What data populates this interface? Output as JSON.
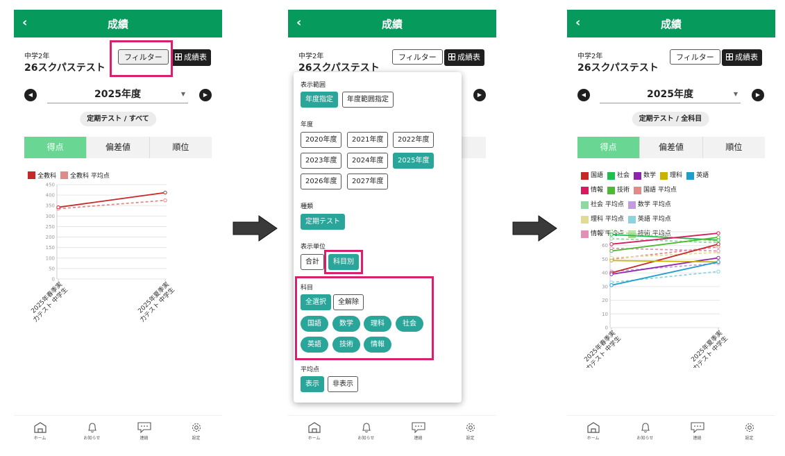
{
  "header": {
    "title": "成績",
    "back_icon": "‹"
  },
  "info": {
    "grade": "中学2年",
    "test_name": "26スクパステスト",
    "filter_label": "フィルター",
    "table_label": "成績表"
  },
  "year": {
    "value": "2025年度"
  },
  "screens": {
    "s1": {
      "chip": "定期テスト / すべて"
    },
    "s3": {
      "chip": "定期テスト / 全科目"
    }
  },
  "tabs": [
    "得点",
    "偏差値",
    "順位"
  ],
  "bottom_nav": [
    "ホーム",
    "お知らせ",
    "連絡",
    "設定"
  ],
  "filter_panel": {
    "range_label": "表示範囲",
    "range_options": [
      "年度指定",
      "年度範囲指定"
    ],
    "year_label": "年度",
    "years": [
      "2020年度",
      "2021年度",
      "2022年度",
      "2023年度",
      "2024年度",
      "2025年度",
      "2026年度",
      "2027年度"
    ],
    "type_label": "種類",
    "type_option": "定期テスト",
    "unit_label": "表示単位",
    "unit_options": [
      "合計",
      "科目別"
    ],
    "subject_label": "科目",
    "select_all": "全選択",
    "clear_all": "全解除",
    "subjects": [
      "国語",
      "数学",
      "理科",
      "社会",
      "英語",
      "技術",
      "情報"
    ],
    "avg_label": "平均点",
    "avg_options": [
      "表示",
      "非表示"
    ]
  },
  "colors": {
    "brand": "#069a5c",
    "accent": "#2aa59a",
    "highlight": "#d6216f",
    "tab_active": "#69d694"
  },
  "chart_data": [
    {
      "type": "line",
      "x": [
        "2025年春季実力テスト 中学生",
        "2025年夏季実力テスト 中学生"
      ],
      "ylim": [
        0,
        450
      ],
      "series": [
        {
          "name": "全教科",
          "color": "#c62828",
          "dashed": false,
          "values": [
            342,
            412
          ]
        },
        {
          "name": "全教科 平均点",
          "color": "#e08a8a",
          "dashed": true,
          "values": [
            335,
            375
          ]
        }
      ]
    },
    {
      "type": "line",
      "x": [
        "2025年春季実力テスト 中学生",
        "2025年夏季実力テスト 中学生"
      ],
      "ylim": [
        0,
        70
      ],
      "series": [
        {
          "name": "国語",
          "color": "#c62828",
          "dashed": false,
          "values": [
            40,
            61
          ]
        },
        {
          "name": "社会",
          "color": "#1fbf4f",
          "dashed": false,
          "values": [
            68,
            64
          ]
        },
        {
          "name": "数学",
          "color": "#8e24aa",
          "dashed": false,
          "values": [
            39,
            51
          ]
        },
        {
          "name": "理科",
          "color": "#c8b400",
          "dashed": false,
          "values": [
            49,
            48
          ]
        },
        {
          "name": "英語",
          "color": "#1e9fc9",
          "dashed": false,
          "values": [
            31,
            48
          ]
        },
        {
          "name": "情報",
          "color": "#d81b60",
          "dashed": false,
          "values": [
            61,
            69
          ]
        },
        {
          "name": "技術",
          "color": "#4cbb2f",
          "dashed": false,
          "values": [
            56,
            66
          ]
        },
        {
          "name": "国語 平均点",
          "color": "#e08a8a",
          "dashed": true,
          "values": [
            50,
            59
          ]
        },
        {
          "name": "社会 平均点",
          "color": "#8fd8a2",
          "dashed": true,
          "values": [
            65,
            62
          ]
        },
        {
          "name": "数学 平均点",
          "color": "#c39be0",
          "dashed": true,
          "values": [
            41,
            47
          ]
        },
        {
          "name": "理科 平均点",
          "color": "#e2db93",
          "dashed": true,
          "values": [
            51,
            55
          ]
        },
        {
          "name": "英語 平均点",
          "color": "#8bd4dd",
          "dashed": true,
          "values": [
            33,
            41
          ]
        },
        {
          "name": "情報 平均点",
          "color": "#e38fb6",
          "dashed": true,
          "values": [
            58,
            56
          ]
        },
        {
          "name": "技術 平均点",
          "color": "#a5dd8d",
          "dashed": true,
          "values": [
            70,
            63
          ]
        }
      ]
    }
  ]
}
